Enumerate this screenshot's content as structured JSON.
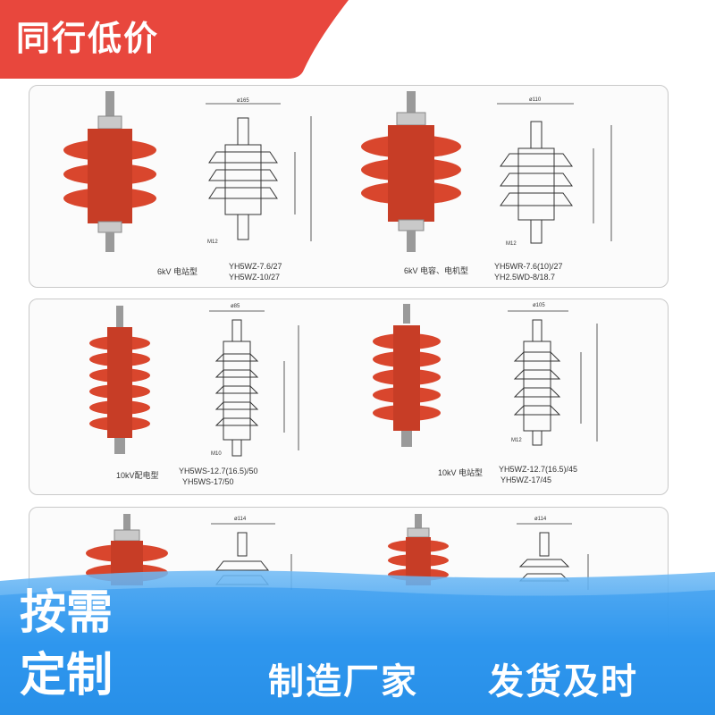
{
  "banner": {
    "title": "同行低价"
  },
  "products": [
    {
      "caption_left": "6kV 电站型",
      "model_1": "YH5WZ-7.6/27",
      "model_2": "YH5WZ-10/27",
      "diameter": "ø165",
      "thread": "M12"
    },
    {
      "caption_left": "6kV 电容、电机型",
      "model_1": "YH5WR-7.6(10)/27",
      "model_2": "YH2.5WD-8/18.7",
      "diameter": "ø110",
      "thread": "M12"
    },
    {
      "caption_left": "10kV配电型",
      "model_1": "YH5WS-12.7(16.5)/50",
      "model_2": "YH5WS-17/50",
      "diameter": "ø85",
      "thread": "M10"
    },
    {
      "caption_left": "10kV 电站型",
      "model_1": "YH5WZ-12.7(16.5)/45",
      "model_2": "YH5WZ-17/45",
      "diameter": "ø105",
      "thread": "M12"
    },
    {
      "caption_left": "",
      "model_1": "",
      "model_2": "",
      "diameter": "ø114",
      "thread": ""
    },
    {
      "caption_left": "",
      "model_1": "",
      "model_2": "",
      "diameter": "ø114",
      "thread": ""
    }
  ],
  "footer": {
    "left_line1": "按需",
    "left_line2": "定制",
    "slogan_1": "制造厂家",
    "slogan_2": "发货及时"
  },
  "colors": {
    "accent": "#e8473d",
    "blue": "#2f97ee",
    "insulator": "#d9462d"
  }
}
